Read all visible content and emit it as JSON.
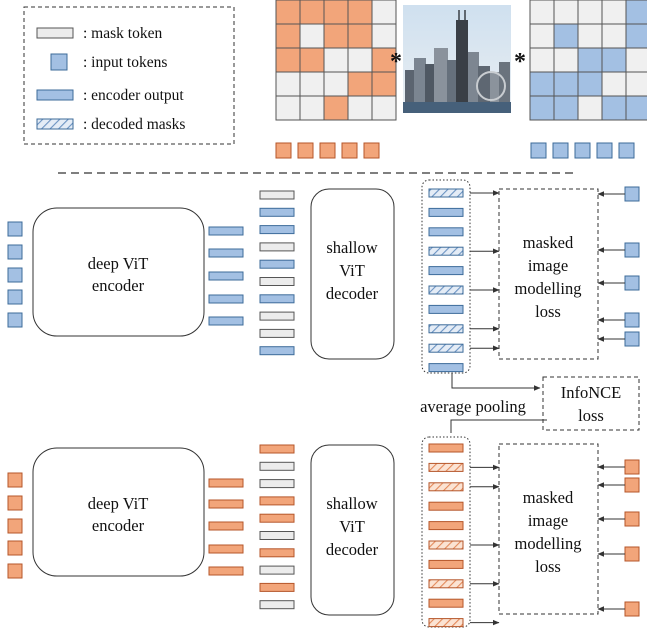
{
  "colors": {
    "blue_fill": "#a3c0e3",
    "blue_stroke": "#3d6b9a",
    "orange_fill": "#f2a57a",
    "orange_stroke": "#b5562a",
    "mask_fill": "#ececec",
    "mask_stroke": "#555555",
    "line": "#333333"
  },
  "legend": {
    "items": [
      {
        "kind": "mask",
        "label": ": mask token"
      },
      {
        "kind": "input",
        "label": ": input tokens"
      },
      {
        "kind": "encoder",
        "label": ": encoder output"
      },
      {
        "kind": "decoded",
        "label": ": decoded masks"
      }
    ]
  },
  "mask_grids": {
    "operator_symbol": "*",
    "left_pattern": [
      [
        1,
        1,
        1,
        1,
        0
      ],
      [
        1,
        0,
        1,
        1,
        0
      ],
      [
        1,
        1,
        0,
        0,
        1
      ],
      [
        0,
        0,
        0,
        1,
        1
      ],
      [
        0,
        0,
        1,
        0,
        0
      ]
    ],
    "right_pattern": [
      [
        0,
        0,
        0,
        0,
        1
      ],
      [
        0,
        1,
        0,
        0,
        1
      ],
      [
        0,
        0,
        1,
        1,
        0
      ],
      [
        1,
        1,
        1,
        0,
        0
      ],
      [
        1,
        1,
        0,
        1,
        1
      ]
    ],
    "image_icon": "city-skyline-photo"
  },
  "top_branch": {
    "encoder_label": [
      "deep ViT",
      "encoder"
    ],
    "decoder_label": [
      "shallow",
      "ViT",
      "decoder"
    ],
    "loss_label": [
      "masked",
      "image",
      "modelling",
      "loss"
    ]
  },
  "bottom_branch": {
    "encoder_label": [
      "deep ViT",
      "encoder"
    ],
    "decoder_label": [
      "shallow",
      "ViT",
      "decoder"
    ],
    "loss_label": [
      "masked",
      "image",
      "modelling",
      "loss"
    ]
  },
  "pooling_label": "average pooling",
  "infonce_label": [
    "InfoNCE",
    "loss"
  ]
}
